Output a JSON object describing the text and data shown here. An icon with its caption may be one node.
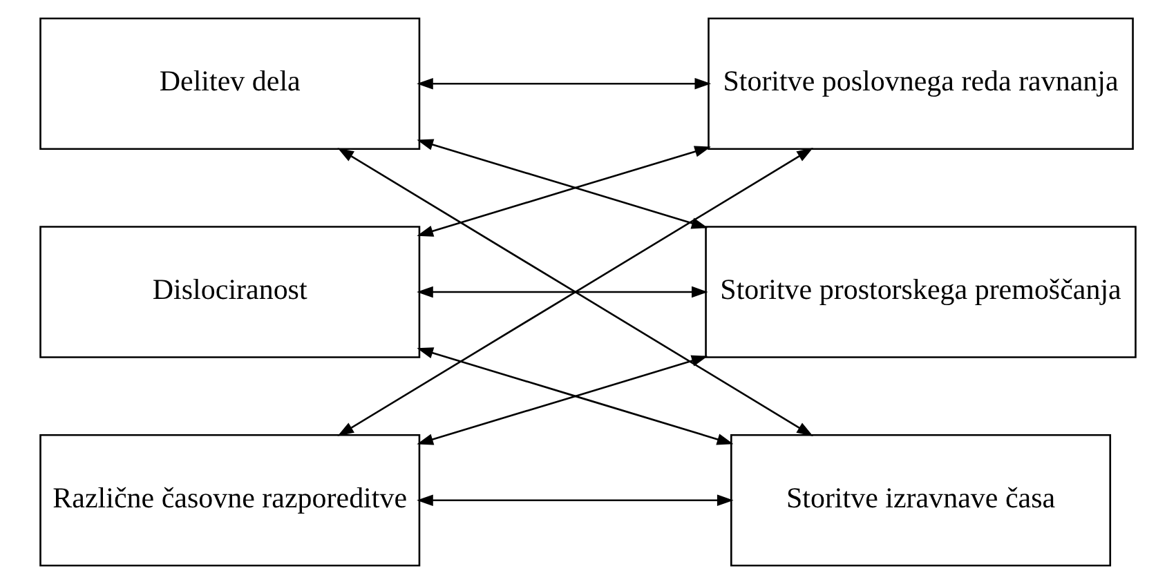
{
  "diagram": {
    "nodes": [
      {
        "text": [
          "Delitev dela"
        ]
      },
      {
        "text": [
          "Dislociranost"
        ]
      },
      {
        "text": [
          "Različne časovne razporeditve"
        ]
      },
      {
        "text": [
          "Storitve poslovnega reda ravnanja"
        ]
      },
      {
        "text": [
          "Storitve prostorskega premoščanja"
        ]
      },
      {
        "text": [
          "Storitve izravnave časa"
        ]
      }
    ],
    "edges": [
      {
        "from": 0,
        "to": 3,
        "arrow": "both"
      },
      {
        "from": 0,
        "to": 4,
        "arrow": "both"
      },
      {
        "from": 0,
        "to": 5,
        "arrow": "both"
      },
      {
        "from": 1,
        "to": 3,
        "arrow": "both"
      },
      {
        "from": 1,
        "to": 4,
        "arrow": "both"
      },
      {
        "from": 1,
        "to": 5,
        "arrow": "both"
      },
      {
        "from": 2,
        "to": 3,
        "arrow": "both"
      },
      {
        "from": 2,
        "to": 4,
        "arrow": "both"
      },
      {
        "from": 2,
        "to": 5,
        "arrow": "both"
      }
    ]
  }
}
